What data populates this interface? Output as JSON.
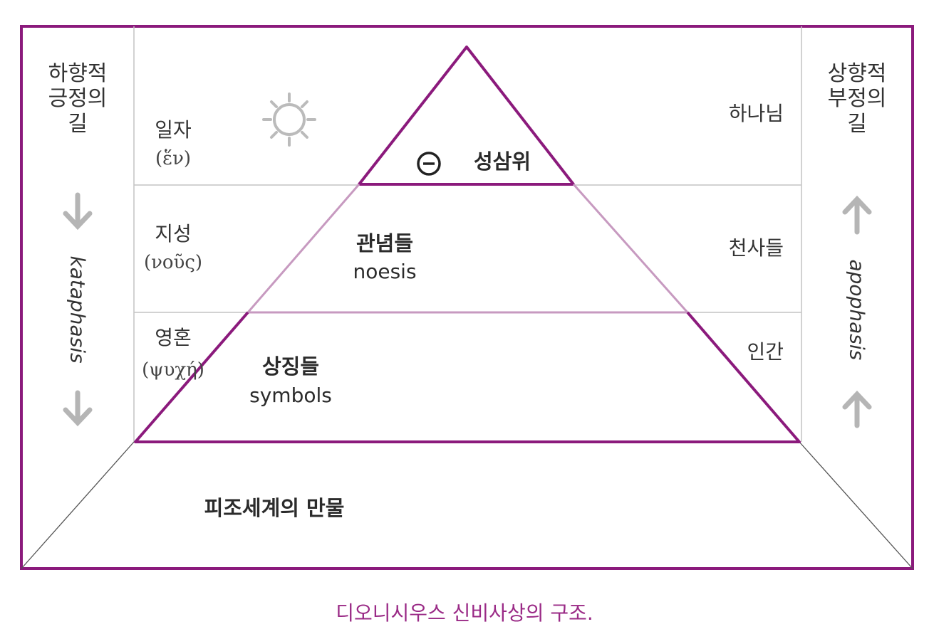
{
  "left_column": {
    "title_lines": [
      "하향적",
      "긍정의",
      "길"
    ],
    "vertical_label": "kataphasis",
    "arrow_icon": "arrow-down-icon"
  },
  "right_column": {
    "title_lines": [
      "상향적",
      "부정의",
      "길"
    ],
    "vertical_label": "apophasis",
    "arrow_icon": "arrow-up-icon"
  },
  "rows": [
    {
      "faculty": "일자",
      "greek": "(ἕν)",
      "tier_label": "성삼위",
      "tier_english": "",
      "entity": "하나님",
      "icon": "sun-icon",
      "tier_icon": "circled-minus-icon"
    },
    {
      "faculty": "지성",
      "greek": "(νοῦς)",
      "tier_label": "관념들",
      "tier_english": "noesis",
      "entity": "천사들"
    },
    {
      "faculty": "영혼",
      "greek": "(ψυχή)",
      "tier_label": "상징들",
      "tier_english": "symbols",
      "entity": "인간"
    }
  ],
  "base": {
    "label": "피조세계의 만물"
  },
  "caption": "디오니시우스 신비사상의 구조.",
  "colors": {
    "frame": "#8b1a7c",
    "pyramid": "#8b1a7c",
    "pyramid_faded": "#c79ac0",
    "divider": "#bdbdbd",
    "icon_gray": "#bbbbbb",
    "caption": "#9a2a86"
  }
}
